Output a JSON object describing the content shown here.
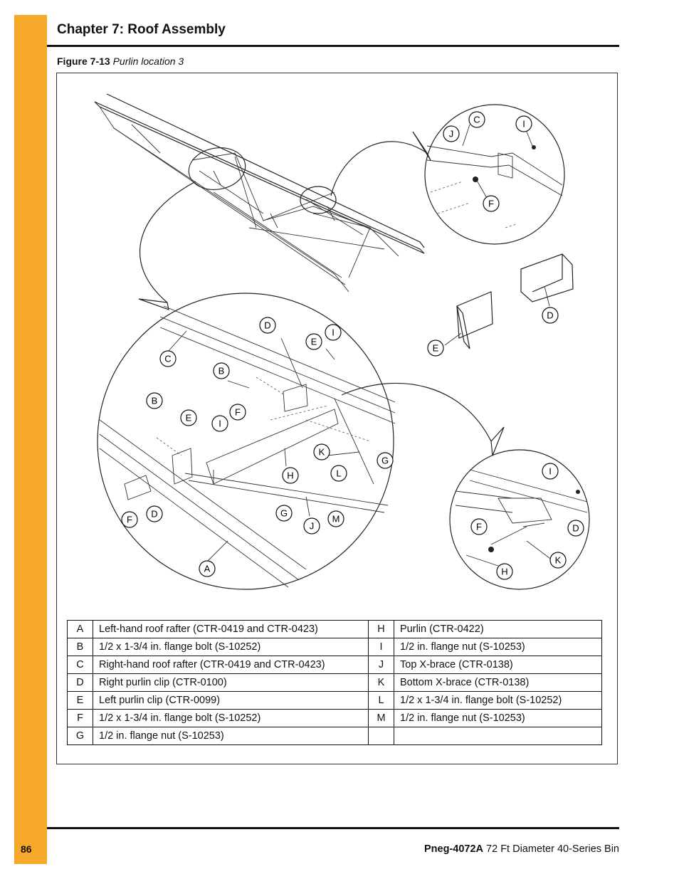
{
  "header": {
    "chapter_title": "Chapter 7: Roof Assembly"
  },
  "figure": {
    "number": "Figure 7-13",
    "title": "Purlin location 3"
  },
  "callouts": [
    "A",
    "B",
    "C",
    "D",
    "E",
    "F",
    "G",
    "H",
    "I",
    "J",
    "K",
    "L",
    "M"
  ],
  "parts_table": {
    "rows": [
      {
        "k1": "A",
        "d1": "Left-hand roof rafter (CTR-0419 and CTR-0423)",
        "k2": "H",
        "d2": "Purlin (CTR-0422)"
      },
      {
        "k1": "B",
        "d1": "1/2 x 1-3/4 in. flange bolt (S-10252)",
        "k2": "I",
        "d2": "1/2 in. flange nut (S-10253)"
      },
      {
        "k1": "C",
        "d1": "Right-hand roof rafter (CTR-0419 and CTR-0423)",
        "k2": "J",
        "d2": "Top X-brace (CTR-0138)"
      },
      {
        "k1": "D",
        "d1": "Right purlin clip (CTR-0100)",
        "k2": "K",
        "d2": "Bottom X-brace (CTR-0138)"
      },
      {
        "k1": "E",
        "d1": "Left purlin clip (CTR-0099)",
        "k2": "L",
        "d2": "1/2 x 1-3/4 in. flange bolt (S-10252)"
      },
      {
        "k1": "F",
        "d1": "1/2 x 1-3/4 in. flange bolt (S-10252)",
        "k2": "M",
        "d2": "1/2 in. flange nut (S-10253)"
      },
      {
        "k1": "G",
        "d1": "1/2 in. flange nut (S-10253)",
        "k2": "",
        "d2": ""
      }
    ]
  },
  "footer": {
    "page_number": "86",
    "doc_code": "Pneg-4072A",
    "doc_title": "72 Ft Diameter 40-Series Bin"
  }
}
